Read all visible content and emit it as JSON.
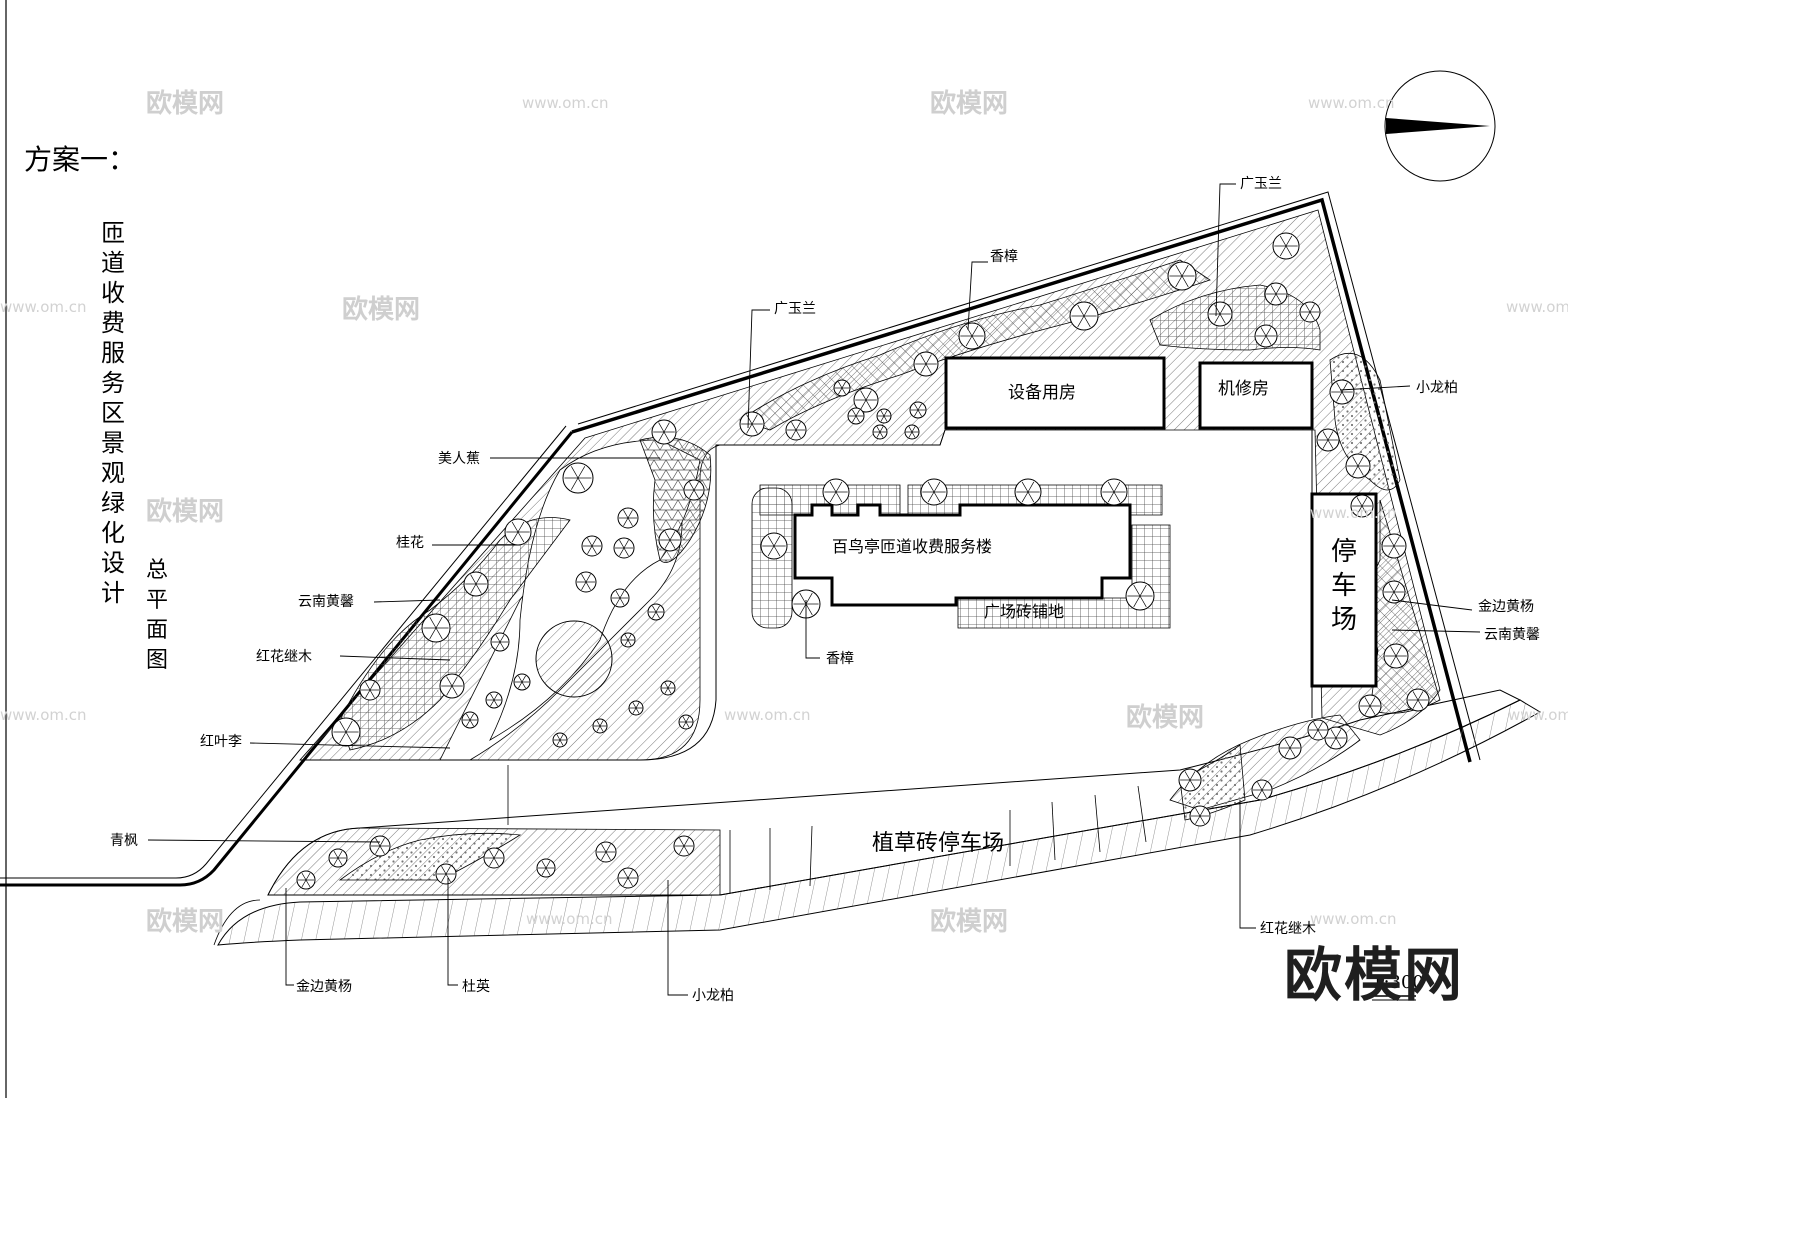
{
  "scheme_label": "方案一：",
  "vertical_title": "匝道收费服务区景观绿化设计",
  "vertical_subtitle": "总平面图",
  "buildings": {
    "equipment": "设备用房",
    "repair": "机修房",
    "service": "百鸟亭匝道收费服务楼",
    "parking": "停车场",
    "paving": "广场砖铺地",
    "grass_parking": "植草砖停车场"
  },
  "plant_labels": {
    "guangyulan_1": "广玉兰",
    "guangyulan_2": "广玉兰",
    "xiangzhang_1": "香樟",
    "xiangzhang_2": "香樟",
    "meirenjiao": "美人蕉",
    "guihua": "桂花",
    "yunnanhuangxin_1": "云南黄馨",
    "yunnanhuangxin_2": "云南黄馨",
    "honghuajimu_1": "红花继木",
    "honghuajimu_2": "红花继木",
    "hongyeli": "红叶李",
    "qingfeng": "青枫",
    "jinbianhuangyang_1": "金边黄杨",
    "jinbianhuangyang_2": "金边黄杨",
    "duying": "杜英",
    "xiaolongbai_1": "小龙柏",
    "xiaolongbai_2": "小龙柏"
  },
  "watermark_text": "欧模网",
  "watermark_url": "www.om.cn",
  "brand_text": "欧模网",
  "scale_text": "1:300",
  "icons": {
    "north": "north-arrow-icon",
    "tree": "tree-symbol-icon"
  },
  "colors": {
    "line": "#000000",
    "watermark": "#cfcfcf"
  }
}
